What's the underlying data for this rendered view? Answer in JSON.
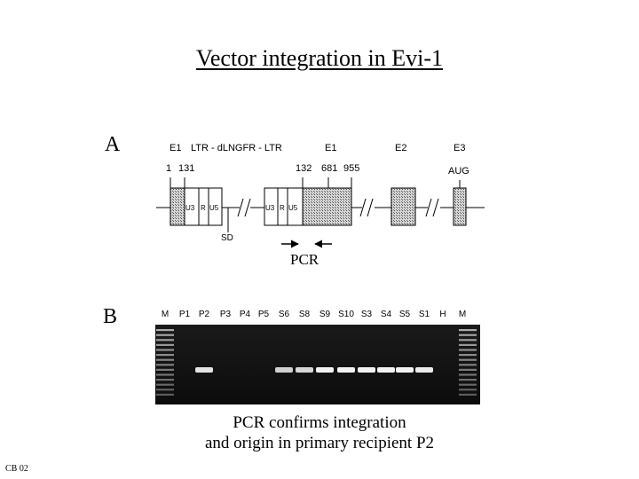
{
  "title": "Vector integration in Evi-1",
  "panel_a": {
    "label": "A",
    "header": {
      "e1_left": "E1",
      "vector": "LTR - dLNGFR - LTR",
      "e1_right": "E1",
      "e2": "E2",
      "e3": "E3"
    },
    "positions": {
      "p1": "1",
      "p131": "131",
      "p132": "132",
      "p681": "681",
      "p955": "955",
      "aug": "AUG"
    },
    "ltr_left": {
      "u3": "U3",
      "r": "R",
      "u5": "U5"
    },
    "ltr_right": {
      "u3": "U3",
      "r": "R",
      "u5": "U5"
    },
    "sd": "SD",
    "pcr": "PCR"
  },
  "panel_b": {
    "label": "B",
    "lanes": [
      "M",
      "P1",
      "P2",
      "P3",
      "P4",
      "P5",
      "S6",
      "S8",
      "S9",
      "S10",
      "S3",
      "S4",
      "S5",
      "S1",
      "H",
      "M"
    ],
    "band_intensity": [
      0,
      0,
      0.8,
      0,
      0,
      0,
      0.65,
      0.7,
      0.9,
      0.9,
      0.9,
      0.9,
      0.9,
      0.85,
      0,
      0
    ]
  },
  "footer": {
    "line1": "PCR confirms integration",
    "line2": "and origin in primary recipient P2"
  },
  "corner_note": "CB 02"
}
